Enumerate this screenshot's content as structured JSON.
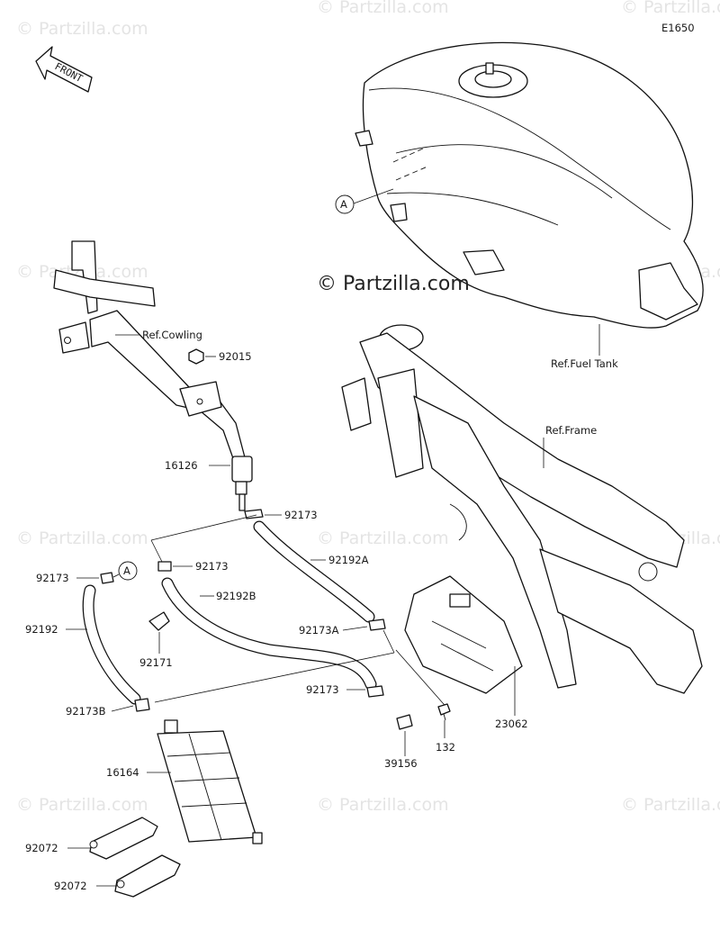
{
  "diagram_code": "E1650",
  "front_label": "FRONT",
  "copyright_center": "© Partzilla.com",
  "watermark_text": "© Partzilla.com",
  "callouts": {
    "a_upper": "A",
    "a_lower": "A"
  },
  "labels": {
    "ref_cowling": "Ref.Cowling",
    "ref_fuel_tank": "Ref.Fuel Tank",
    "ref_frame": "Ref.Frame",
    "p92015": "92015",
    "p16126": "16126",
    "p92173_a": "92173",
    "p92173_b": "92173",
    "p92173_c": "92173",
    "p92173_d": "92173",
    "p92192A": "92192A",
    "p92192B": "92192B",
    "p92192": "92192",
    "p92171": "92171",
    "p92173A": "92173A",
    "p92173B": "92173B",
    "p16164": "16164",
    "p92072_a": "92072",
    "p92072_b": "92072",
    "p23062": "23062",
    "p39156": "39156",
    "p132": "132"
  }
}
